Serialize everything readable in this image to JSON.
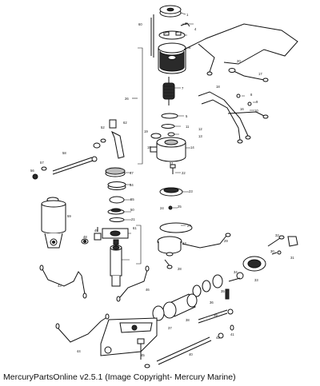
{
  "caption": "MercuryPartsOnline v2.5.1 (Image Copyright- Mercury Marine)",
  "callouts": {
    "c1": "1",
    "c2": "2",
    "c3": "3",
    "c4": "4",
    "c5": "5",
    "c6": "6",
    "c7": "7",
    "c8": "8",
    "c9": "9",
    "c10": "10",
    "c11": "11",
    "c12": "12",
    "c13": "13",
    "c14": "14",
    "c15": "15",
    "c16": "16",
    "c17": "17",
    "c18": "18",
    "c19": "19",
    "c20": "20",
    "c21": "21",
    "c22": "22",
    "c23": "23",
    "c24": "24",
    "c25": "25",
    "c26": "26",
    "c27": "27",
    "c28": "28",
    "c29": "29",
    "c30": "30",
    "c31": "31",
    "c32": "32",
    "c33": "33",
    "c34": "34",
    "c35": "35",
    "c36": "36",
    "c37": "37",
    "c38": "38",
    "c39": "39",
    "c40": "40",
    "c41": "41",
    "c42": "42",
    "c43": "43",
    "c44": "44",
    "c45": "45",
    "c46": "46",
    "c47": "47",
    "c48": "48",
    "c49": "49",
    "c50": "50",
    "c51": "51",
    "c52": "52",
    "c53": "53",
    "c54": "54",
    "c55": "55",
    "c56": "56",
    "c57": "57",
    "c58": "58",
    "c59": "59",
    "c60": "60",
    "c61": "61",
    "c62": "62"
  }
}
